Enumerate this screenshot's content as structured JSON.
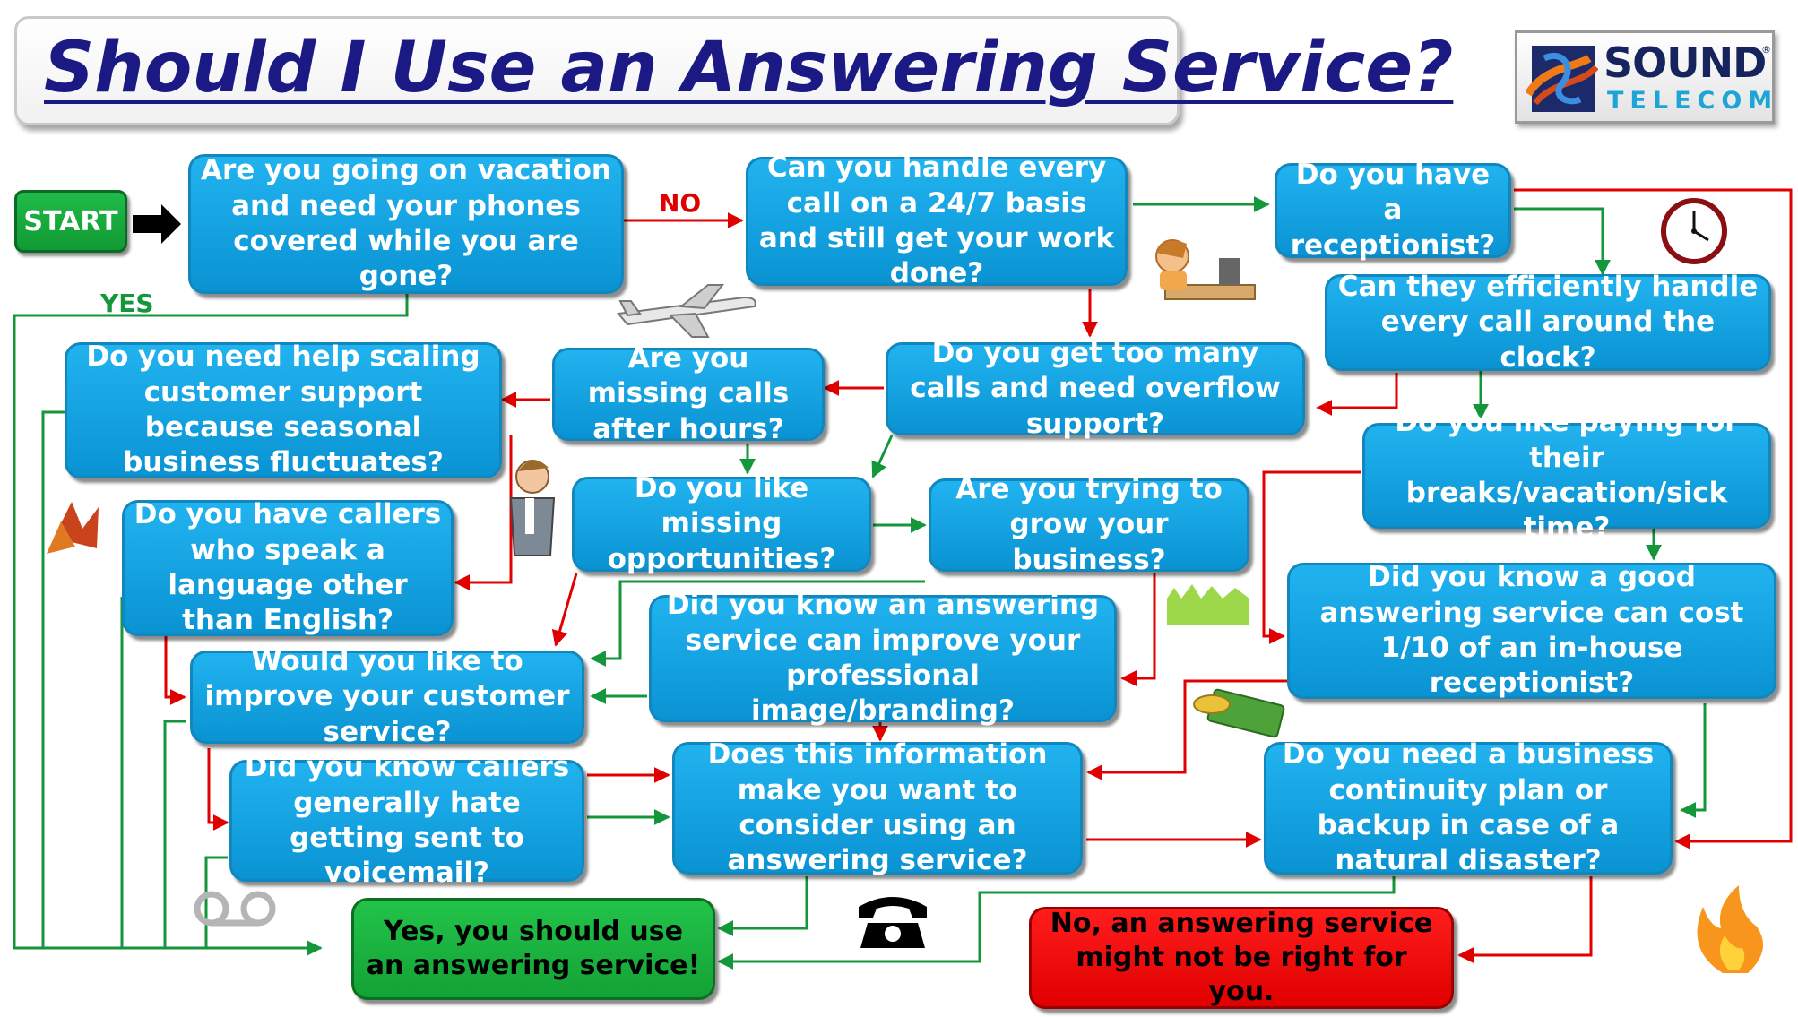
{
  "title": "Should I Use an Answering Service?",
  "logo": {
    "word1": "SOUND",
    "word2": "TELECOM",
    "mark": "®"
  },
  "start_label": "START",
  "edge_labels": {
    "no": "NO",
    "yes": "YES"
  },
  "questions": {
    "vacation": "Are you going on vacation and need your phones covered while you are gone?",
    "handle_247": "Can you handle every call on a 24/7 basis and still get your work done?",
    "receptionist": "Do you have a receptionist?",
    "efficiently": "Can they efficiently handle every call around the clock?",
    "overflow": "Do you get too many calls and need overflow support?",
    "after_hours": "Are you missing calls after hours?",
    "seasonal": "Do you need help scaling customer support because seasonal business fluctuates?",
    "paying_breaks": "Do you like paying for their breaks/vacation/sick time?",
    "missing_opps": "Do you like missing opportunities?",
    "grow": "Are you trying to grow your business?",
    "language": "Do you have callers who speak a language other than English?",
    "cost": "Did you know a good answering service can cost 1/10 of an in-house receptionist?",
    "branding": "Did you know an answering service can improve your professional image/branding?",
    "customer_service": "Would you like to improve your customer service?",
    "voicemail": "Did you know callers generally hate getting sent to voicemail?",
    "consider": "Does this information make you want to consider using an answering service?",
    "continuity": "Do you need a business continuity plan or backup in case of a natural disaster?"
  },
  "outcomes": {
    "yes": "Yes, you should use an answering service!",
    "no": "No, an answering service might not be right for you."
  },
  "colors": {
    "box": "#0aa0e0",
    "yes_arrow": "#14963a",
    "no_arrow": "#e00000",
    "title": "#1b1a85"
  },
  "icons": [
    "airplane-icon",
    "woman-at-computer-icon",
    "clock-icon",
    "businessman-on-phone-icon",
    "autumn-leaves-icon",
    "grass-icon",
    "money-icon",
    "voicemail-icon",
    "telephone-icon",
    "fire-icon"
  ]
}
